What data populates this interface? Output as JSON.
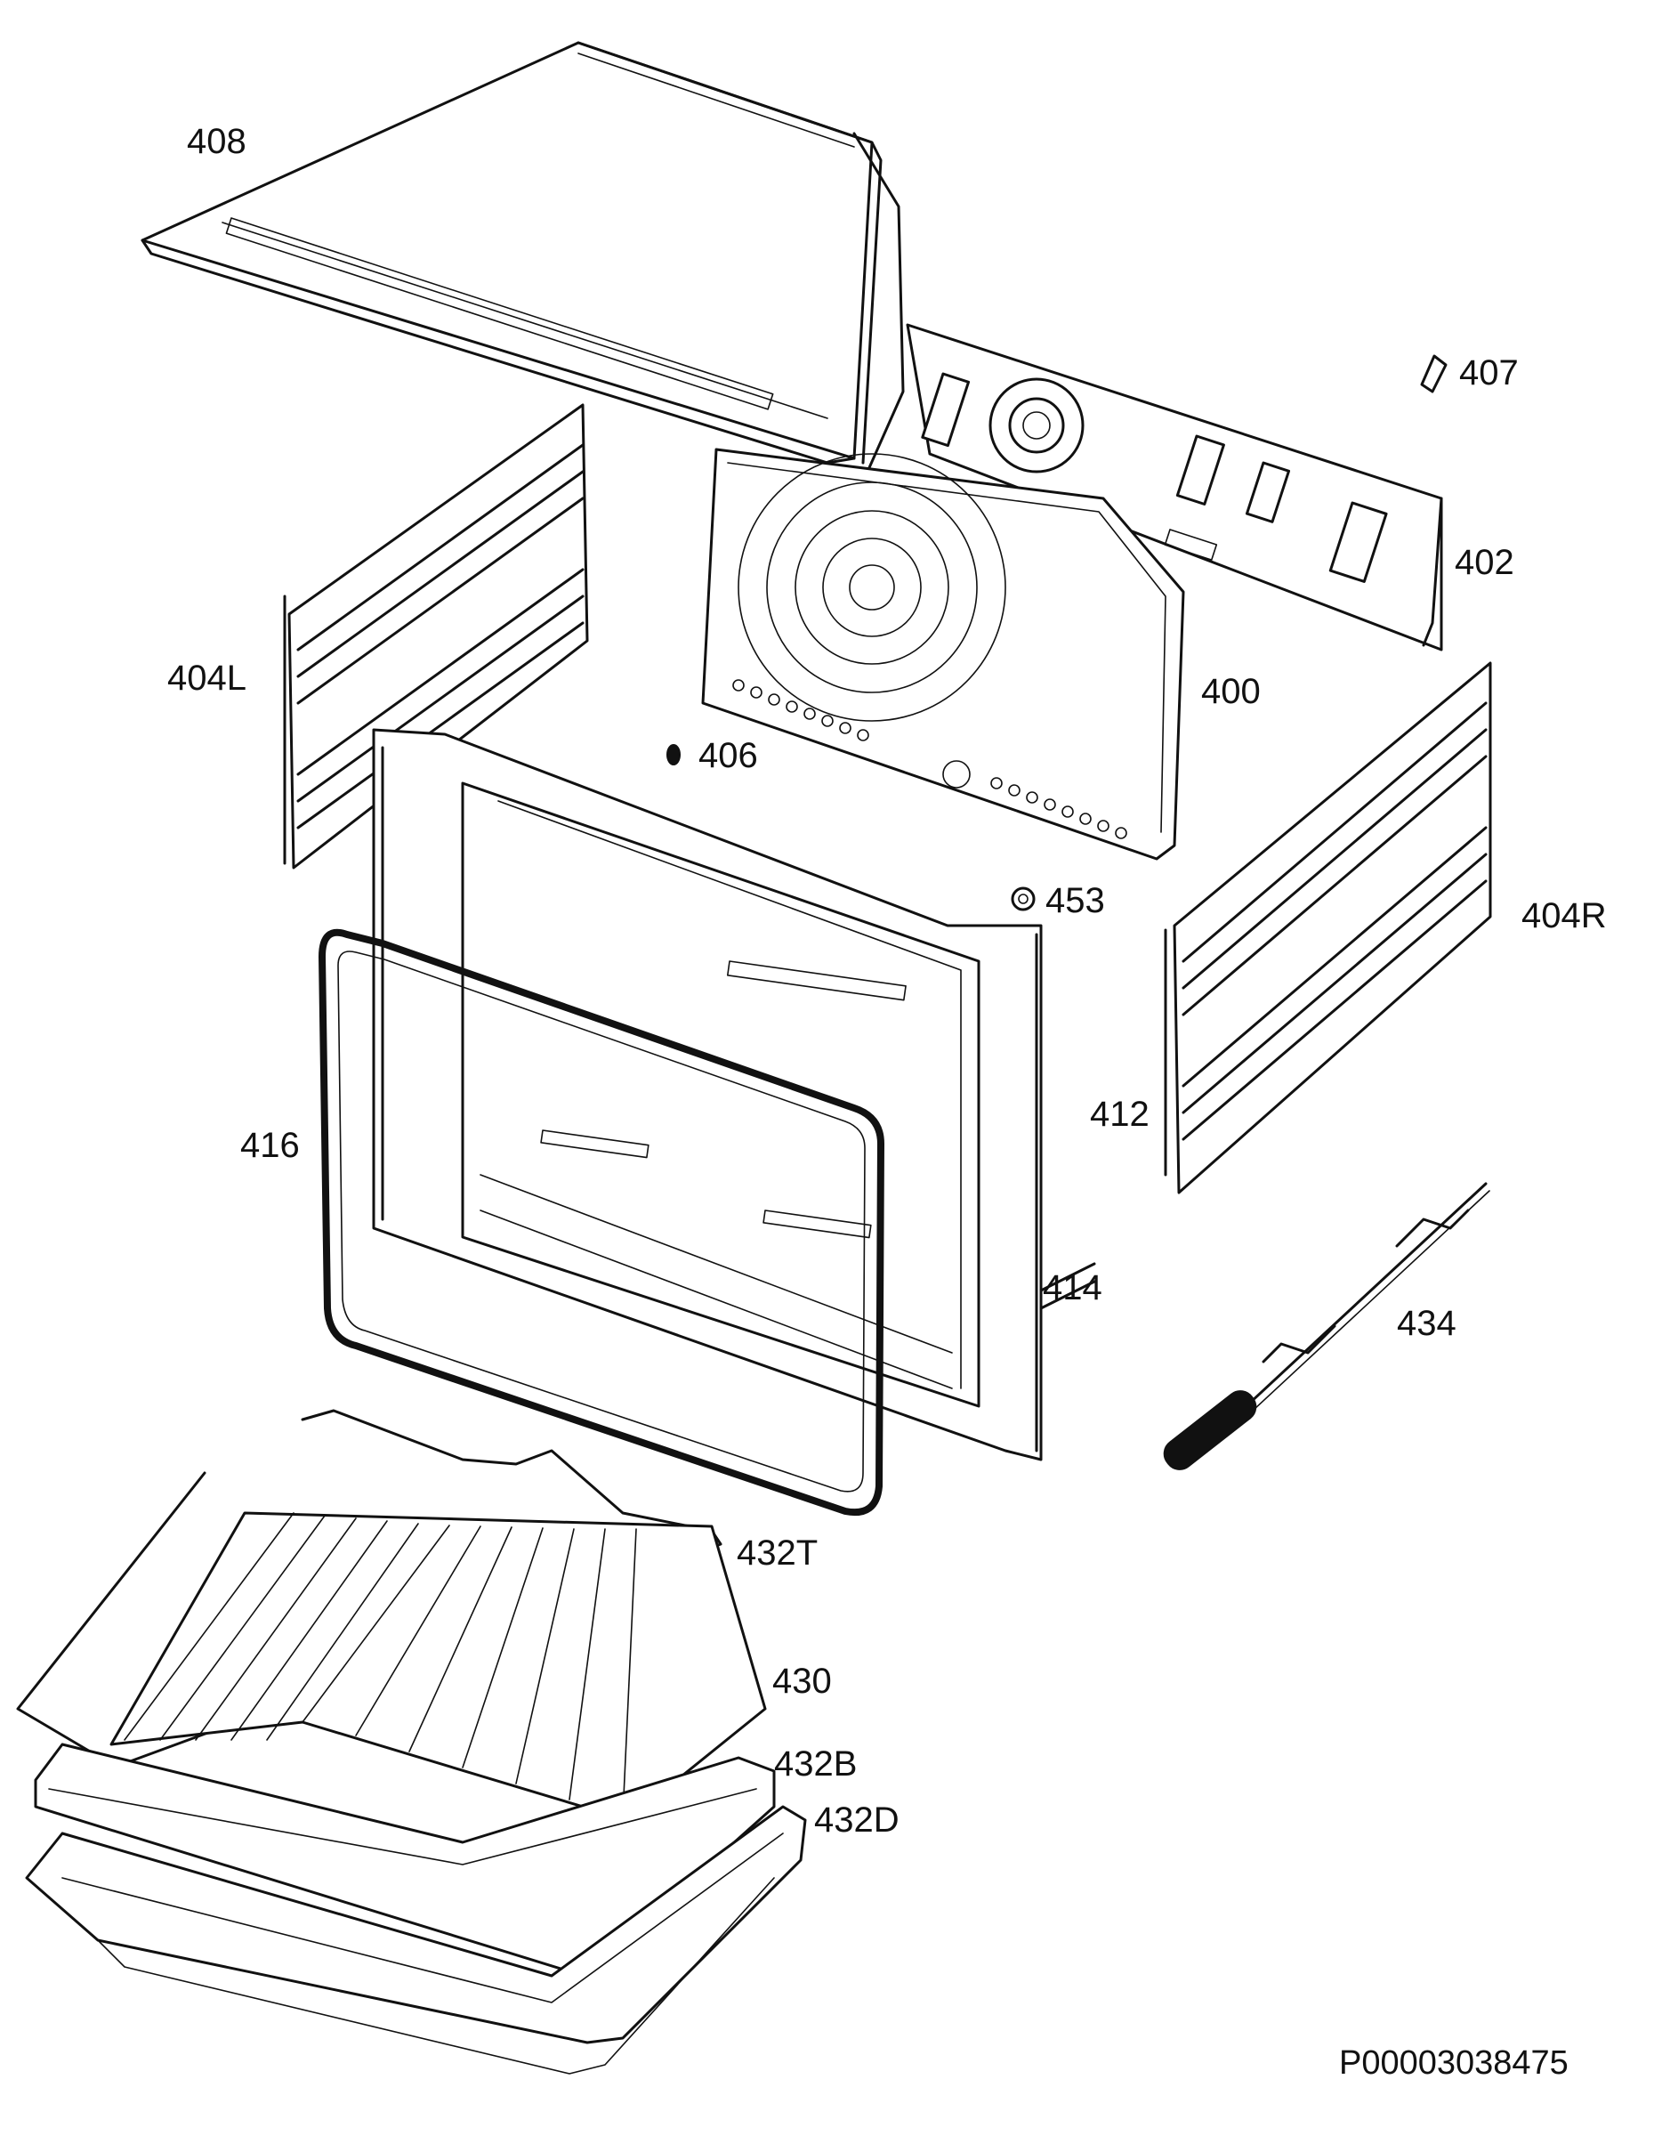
{
  "diagram": {
    "labels": {
      "p408": "408",
      "p407": "407",
      "p402": "402",
      "p404L": "404L",
      "p400": "400",
      "p406": "406",
      "p453": "453",
      "p404R": "404R",
      "p416": "416",
      "p412": "412",
      "p414": "414",
      "p434": "434",
      "p432T": "432T",
      "p430": "430",
      "p432B": "432B",
      "p432D": "432D"
    },
    "drawing_code": "P00003038475"
  }
}
